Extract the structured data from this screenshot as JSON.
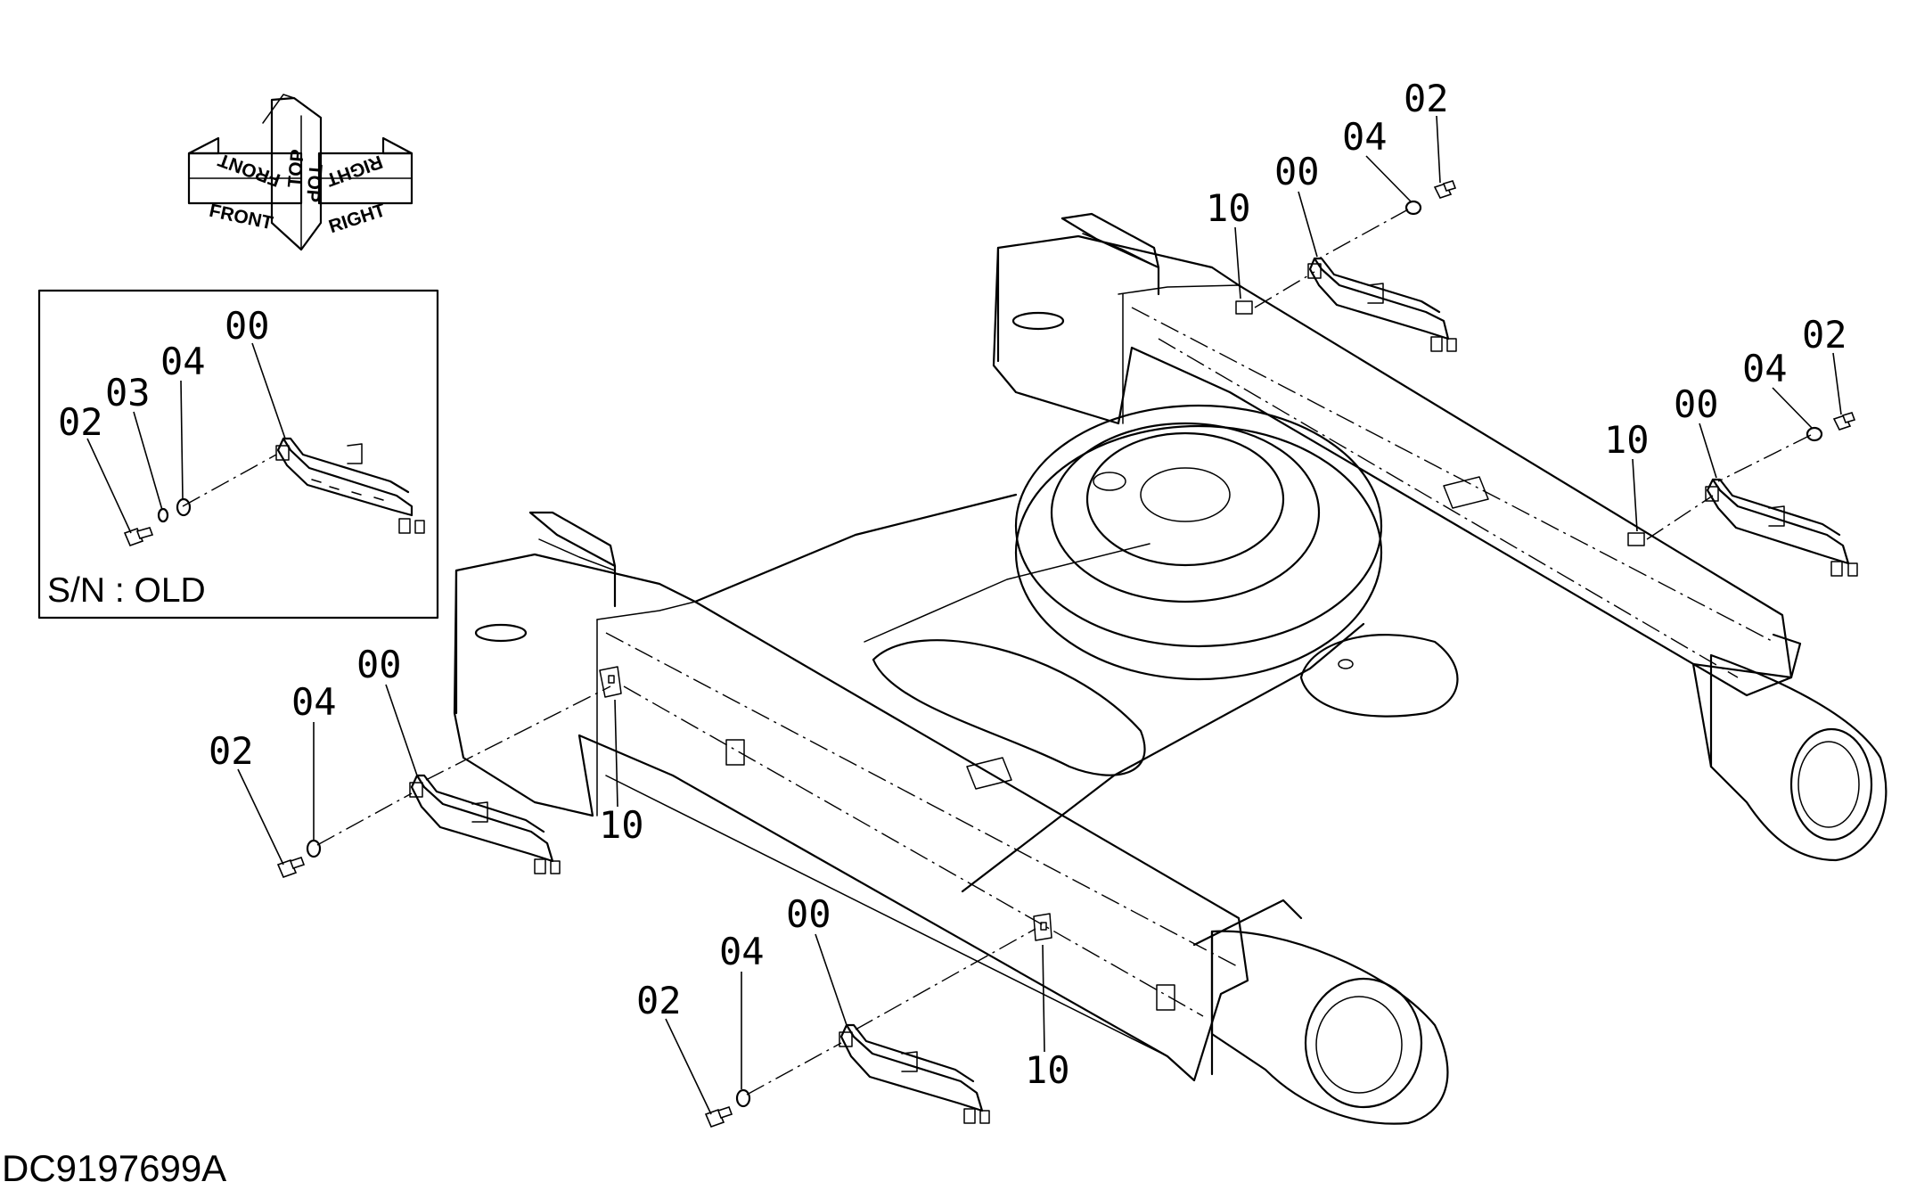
{
  "orientation": {
    "front": "FRONT",
    "top": "TOP",
    "right": "RIGHT"
  },
  "inset": {
    "label": "S/N : OLD",
    "callouts": {
      "bolt": "02",
      "lock_washer": "03",
      "washer": "04",
      "bracket": "00"
    }
  },
  "callouts": {
    "right_upper": {
      "bolt": "02",
      "washer": "04",
      "bracket": "00",
      "pad": "10"
    },
    "right_lower": {
      "bolt": "02",
      "washer": "04",
      "bracket": "00",
      "pad": "10"
    },
    "left_upper": {
      "bolt": "02",
      "washer": "04",
      "bracket": "00",
      "pad": "10"
    },
    "left_lower": {
      "bolt": "02",
      "washer": "04",
      "bracket": "00",
      "pad": "10"
    }
  },
  "drawing_number": "DC9197699A"
}
